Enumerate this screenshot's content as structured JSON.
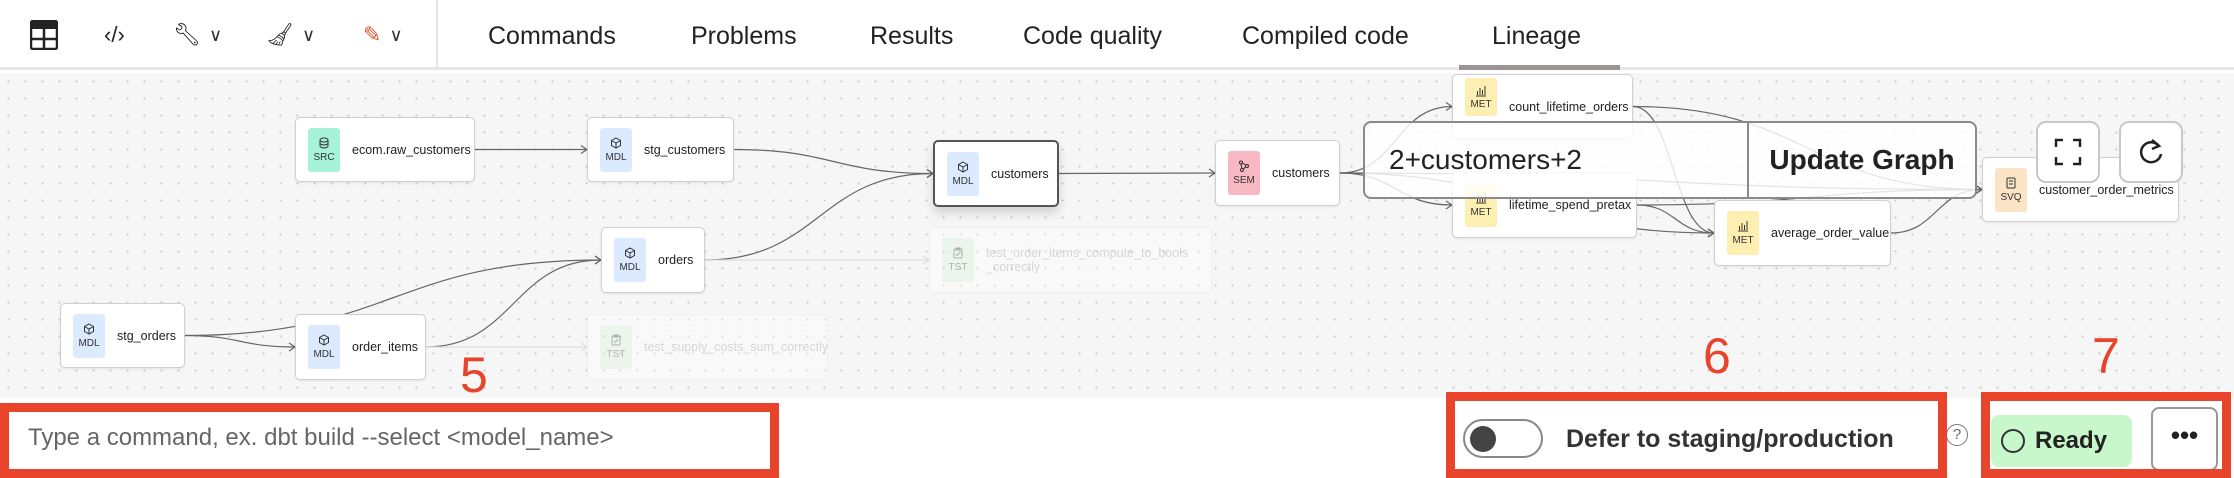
{
  "toolbar": {
    "icons": [
      "table-icon",
      "code-icon",
      "wrench-icon",
      "broom-icon",
      "magic-wand-icon"
    ],
    "tabs": [
      {
        "label": "Commands"
      },
      {
        "label": "Problems"
      },
      {
        "label": "Results"
      },
      {
        "label": "Code quality"
      },
      {
        "label": "Compiled code"
      },
      {
        "label": "Lineage",
        "active": true
      }
    ]
  },
  "graph": {
    "nodes": [
      {
        "id": "raw",
        "type": "SRC",
        "name": "ecom.raw_customers",
        "color": "#a6f3da"
      },
      {
        "id": "stgc",
        "type": "MDL",
        "name": "stg_customers",
        "color": "#dbeafe"
      },
      {
        "id": "cust",
        "type": "MDL",
        "name": "customers",
        "color": "#dbeafe",
        "selected": true
      },
      {
        "id": "orders",
        "type": "MDL",
        "name": "orders",
        "color": "#dbeafe"
      },
      {
        "id": "tst1",
        "type": "TST",
        "name": "test_order_items_compute_to_bools _correctly",
        "color": "#dcf5dc",
        "faded": true
      },
      {
        "id": "stgo",
        "type": "MDL",
        "name": "stg_orders",
        "color": "#dbeafe"
      },
      {
        "id": "oi",
        "type": "MDL",
        "name": "order_items",
        "color": "#dbeafe"
      },
      {
        "id": "tst2",
        "type": "TST",
        "name": "test_supply_costs_sum_correctly",
        "color": "#dcf5dc",
        "faded": true
      },
      {
        "id": "sem",
        "type": "SEM",
        "name": "customers",
        "color": "#f7b8c3"
      },
      {
        "id": "clo",
        "type": "MET",
        "name": "count_lifetime_orders",
        "color": "#fdeeb2"
      },
      {
        "id": "lsp",
        "type": "MET",
        "name": "lifetime_spend_pretax",
        "color": "#fdeeb2"
      },
      {
        "id": "aov",
        "type": "MET",
        "name": "average_order_value",
        "color": "#fdeeb2"
      },
      {
        "id": "com",
        "type": "SVQ",
        "name": "customer_order_metrics",
        "color": "#fbe4c6"
      }
    ],
    "edges": [
      [
        "raw",
        "stgc"
      ],
      [
        "stgc",
        "cust"
      ],
      [
        "orders",
        "cust"
      ],
      [
        "orders",
        "tst1"
      ],
      [
        "stgo",
        "orders"
      ],
      [
        "stgo",
        "oi"
      ],
      [
        "oi",
        "orders"
      ],
      [
        "oi",
        "tst2"
      ],
      [
        "cust",
        "sem"
      ],
      [
        "sem",
        "clo"
      ],
      [
        "sem",
        "lsp"
      ],
      [
        "sem",
        "aov"
      ],
      [
        "sem",
        "com"
      ],
      [
        "clo",
        "aov"
      ],
      [
        "lsp",
        "aov"
      ],
      [
        "lsp",
        "com"
      ],
      [
        "aov",
        "com"
      ],
      [
        "clo",
        "com"
      ]
    ],
    "selector_value": "2+customers+2",
    "update_label": "Update Graph",
    "fullscreen_icon": "fullscreen-icon",
    "refresh_icon": "refresh-icon"
  },
  "bottom": {
    "command_placeholder": "Type a command, ex. dbt build --select <model_name>",
    "defer_label": "Defer to staging/production",
    "defer_enabled": false,
    "help": "?",
    "status": "Ready",
    "status_color": "#c9f7cc",
    "more": "•••"
  },
  "annotations": [
    "5",
    "6",
    "7"
  ],
  "annotation_color": "#e8432b"
}
